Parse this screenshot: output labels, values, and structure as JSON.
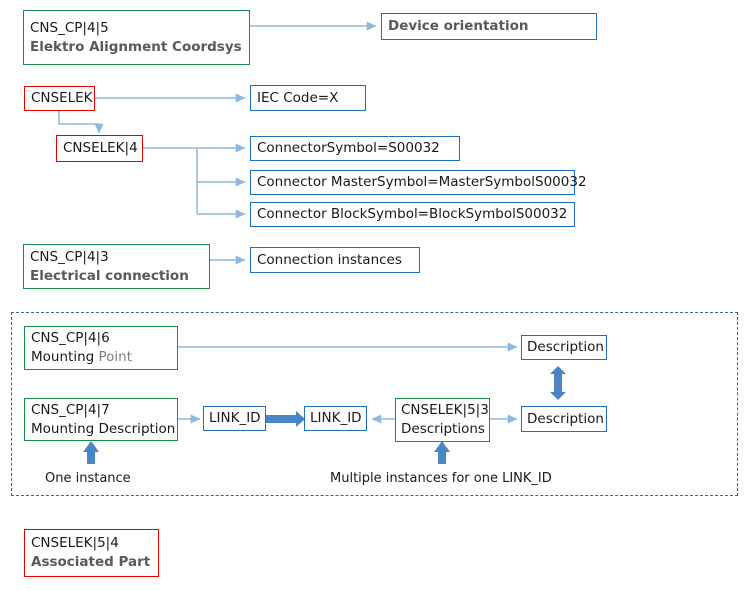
{
  "diagram": {
    "title_colors": {
      "green_border": "#1C8A4A",
      "red_border": "#E60000",
      "blue_border": "#1F70C1",
      "arrow_blue": "#8FB8DC",
      "thick_arrow_blue": "#4A86C5",
      "dashed_border": "#31678F",
      "gray_text": "#595959"
    },
    "nodes": {
      "cns_cp_4_5": {
        "code": "CNS_CP|4|5",
        "label": "Elektro Alignment Coordsys"
      },
      "device_orientation": {
        "label": "Device orientation"
      },
      "cnselek": {
        "code": "CNSELEK"
      },
      "iec_code": {
        "label": "IEC Code=X"
      },
      "cnselek_4": {
        "code": "CNSELEK|4"
      },
      "connector_symbol": {
        "label": "ConnectorSymbol=S00032"
      },
      "connector_master_symbol": {
        "label": "Connector MasterSymbol=MasterSymbolS00032"
      },
      "connector_block_symbol": {
        "label": "Connector BlockSymbol=BlockSymbolS00032"
      },
      "cns_cp_4_3": {
        "code": "CNS_CP|4|3",
        "label": "Electrical connection"
      },
      "connection_instances": {
        "label": "Connection instances"
      },
      "cns_cp_4_6": {
        "code": "CNS_CP|4|6",
        "label_a": "Mounting ",
        "label_b": "Point"
      },
      "cns_cp_4_7": {
        "code": "CNS_CP|4|7",
        "label": "Mounting Description"
      },
      "link_id_left": {
        "label": "LINK_ID"
      },
      "link_id_right": {
        "label": "LINK_ID"
      },
      "cnselek_5_3": {
        "code": "CNSELEK|5|3",
        "label": "Descriptions"
      },
      "description_top": {
        "label": "Description"
      },
      "description_bottom": {
        "label": "Description"
      },
      "cnselek_5_4": {
        "code": "CNSELEK|5|4",
        "label": "Associated Part"
      }
    },
    "captions": {
      "one_instance": "One instance",
      "multiple_instances": "Multiple instances for one LINK_ID"
    }
  }
}
